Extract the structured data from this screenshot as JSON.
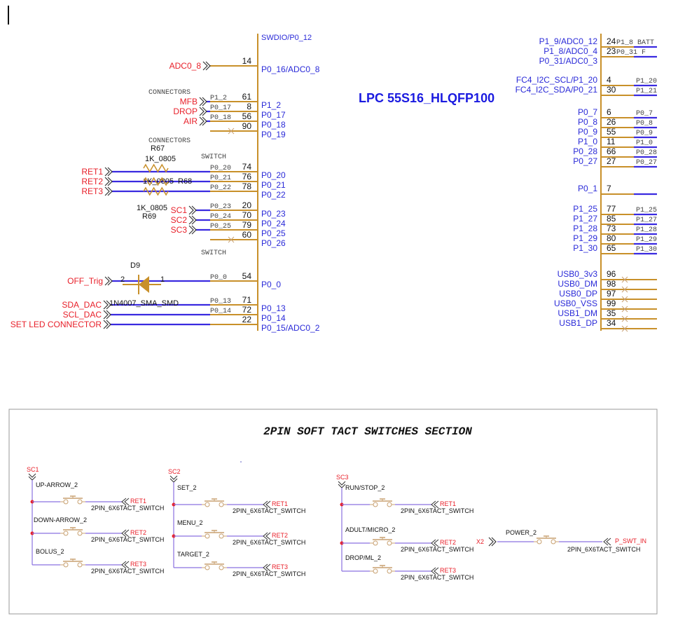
{
  "cursor": "text-cursor",
  "mcu": {
    "title": "LPC 55S16_HLQFP100",
    "top_cut_label": "SWDIO/P0_12",
    "left_pins": [
      {
        "net": "ADC0_8",
        "pin": "14",
        "name": "P0_16/ADC0_8",
        "wire": ""
      },
      {
        "net": "MFB",
        "pin": "61",
        "name": "P1_2",
        "wire": "P1_2"
      },
      {
        "net": "DROP",
        "pin": "8",
        "name": "P0_17",
        "wire": "P0_17"
      },
      {
        "net": "AIR",
        "pin": "56",
        "name": "P0_18",
        "wire": "P0_18"
      },
      {
        "net": "",
        "pin": "90",
        "name": "P0_19",
        "wire": ""
      },
      {
        "net": "RET1",
        "pin": "74",
        "name": "P0_20",
        "wire": "P0_20"
      },
      {
        "net": "RET2",
        "pin": "76",
        "name": "P0_21",
        "wire": "P0_21"
      },
      {
        "net": "RET3",
        "pin": "78",
        "name": "P0_22",
        "wire": "P0_22"
      },
      {
        "net": "SC1",
        "pin": "20",
        "name": "P0_23",
        "wire": "P0_23"
      },
      {
        "net": "SC2",
        "pin": "70",
        "name": "P0_24",
        "wire": "P0_24"
      },
      {
        "net": "SC3",
        "pin": "79",
        "name": "P0_25",
        "wire": "P0_25"
      },
      {
        "net": "",
        "pin": "60",
        "name": "P0_26",
        "wire": ""
      },
      {
        "net": "OFF_Trig",
        "pin": "54",
        "name": "P0_0",
        "wire": "P0_0"
      },
      {
        "net": "SDA_DAC",
        "pin": "71",
        "name": "P0_13",
        "wire": "P0_13"
      },
      {
        "net": "SCL_DAC",
        "pin": "72",
        "name": "P0_14",
        "wire": "P0_14"
      },
      {
        "net": "SET LED CONNECTOR",
        "pin": "22",
        "name": "P0_15/ADC0_2",
        "wire": ""
      }
    ],
    "group_labels": {
      "connectors_1": "CONNECTORS",
      "connectors_2": "CONNECTORS",
      "switch_1": "SWITCH",
      "switch_2": "SWITCH"
    },
    "resistors": [
      {
        "ref": "R67",
        "value": "1K_0805"
      },
      {
        "ref": "R68",
        "value": "1K_0805"
      },
      {
        "ref": "R69",
        "value": "1K_0805"
      }
    ],
    "diode": {
      "ref": "D9",
      "part": "1N4007_SMA_SMD",
      "pin_a": "2",
      "pin_k": "1"
    },
    "right_pins": [
      {
        "name": "P1_9/ADC0_12",
        "pin": "24",
        "wire": "P1_8 BATT"
      },
      {
        "name": "P1_8/ADC0_4",
        "pin": "23",
        "wire": "P0_31  F"
      },
      {
        "name": "P0_31/ADC0_3",
        "pin": "",
        "wire": ""
      },
      {
        "name": "FC4_I2C_SCL/P1_20",
        "pin": "4",
        "wire": "P1_20"
      },
      {
        "name": "FC4_I2C_SDA/P0_21",
        "pin": "30",
        "wire": "P1_21"
      },
      {
        "name": "P0_7",
        "pin": "6",
        "wire": "P0_7"
      },
      {
        "name": "P0_8",
        "pin": "26",
        "wire": "P0_8"
      },
      {
        "name": "P0_9",
        "pin": "55",
        "wire": "P0_9"
      },
      {
        "name": "P1_0",
        "pin": "11",
        "wire": "P1_0"
      },
      {
        "name": "P0_28",
        "pin": "66",
        "wire": "P0_28"
      },
      {
        "name": "P0_27",
        "pin": "27",
        "wire": "P0_27"
      },
      {
        "name": "P0_1",
        "pin": "7",
        "wire": ""
      },
      {
        "name": "P1_25",
        "pin": "77",
        "wire": "P1_25"
      },
      {
        "name": "P1_27",
        "pin": "85",
        "wire": "P1_27"
      },
      {
        "name": "P1_28",
        "pin": "73",
        "wire": "P1_28"
      },
      {
        "name": "P1_29",
        "pin": "80",
        "wire": "P1_29"
      },
      {
        "name": "P1_30",
        "pin": "65",
        "wire": "P1_30"
      },
      {
        "name": "USB0_3v3",
        "pin": "96",
        "wire": ""
      },
      {
        "name": "USB0_DM",
        "pin": "98",
        "wire": ""
      },
      {
        "name": "USB0_DP",
        "pin": "97",
        "wire": ""
      },
      {
        "name": "USB0_VSS",
        "pin": "99",
        "wire": ""
      },
      {
        "name": "USB1_DM",
        "pin": "35",
        "wire": ""
      },
      {
        "name": "USB1_DP",
        "pin": "34",
        "wire": ""
      }
    ]
  },
  "switches": {
    "title": "2PIN SOFT TACT SWITCHES SECTION",
    "part": "2PIN_6X6TACT_SWITCH",
    "groups": [
      {
        "net": "SC1",
        "items": [
          {
            "name": "UP-ARROW_2",
            "ret": "RET1"
          },
          {
            "name": "DOWN-ARROW_2",
            "ret": "RET2"
          },
          {
            "name": "BOLUS_2",
            "ret": "RET3"
          }
        ]
      },
      {
        "net": "SC2",
        "items": [
          {
            "name": "SET_2",
            "ret": "RET1"
          },
          {
            "name": "MENU_2",
            "ret": "RET2"
          },
          {
            "name": "TARGET_2",
            "ret": "RET3"
          }
        ]
      },
      {
        "net": "SC3",
        "items": [
          {
            "name": "RUN/STOP_2",
            "ret": "RET1"
          },
          {
            "name": "ADULT/MICRO_2",
            "ret": "RET2"
          },
          {
            "name": "DROP/ML_2",
            "ret": "RET3"
          }
        ]
      }
    ],
    "power": {
      "in_net": "X2",
      "name": "POWER_2",
      "out_net": "P_SWT_IN"
    }
  }
}
